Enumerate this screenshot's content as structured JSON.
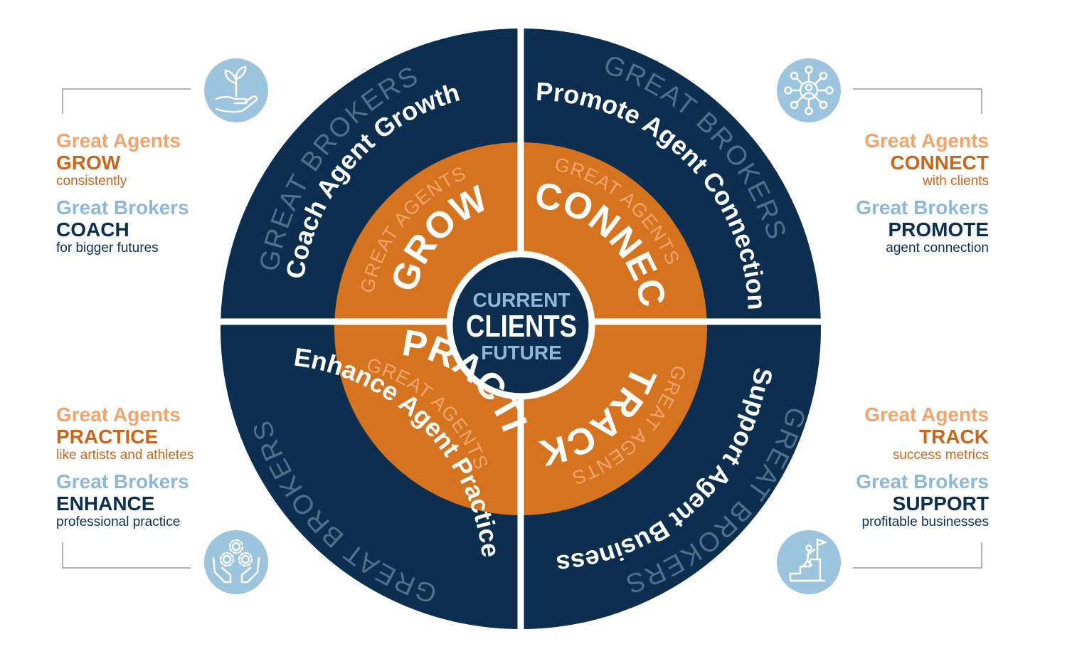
{
  "colors": {
    "navy": "#0c2f4f",
    "orange": "#d5731f",
    "light_orange": "#f2a46f",
    "light_blue": "#8fb8d8",
    "icon_bg": "#9cc4dd",
    "white": "#ffffff"
  },
  "center": {
    "top": "CURRENT",
    "middle": "CLIENTS",
    "bottom": "FUTURE"
  },
  "inner_ring": {
    "label": "GREAT AGENTS",
    "words": {
      "grow": "GROW",
      "connect": "CONNECT",
      "track": "TRACK",
      "practice": "PRACTICE"
    }
  },
  "outer_ring": {
    "label": "GREAT BROKERS",
    "phrases": {
      "grow": "Coach Agent Growth",
      "connect": "Promote Agent Connections",
      "track": "Support Agent Business",
      "practice": "Enhance Agent Practice"
    }
  },
  "panels": {
    "top_left": {
      "agents": "Great Agents",
      "agent_verb": "GROW",
      "agent_sub": "consistently",
      "brokers": "Great Brokers",
      "broker_verb": "COACH",
      "broker_sub": "for bigger futures",
      "icon": "hand-plant-icon"
    },
    "top_right": {
      "agents": "Great Agents",
      "agent_verb": "CONNECT",
      "agent_sub": "with clients",
      "brokers": "Great Brokers",
      "broker_verb": "PROMOTE",
      "broker_sub": "agent connection",
      "icon": "network-person-icon"
    },
    "bottom_left": {
      "agents": "Great Agents",
      "agent_verb": "PRACTICE",
      "agent_sub": "like artists and athletes",
      "brokers": "Great Brokers",
      "broker_verb": "ENHANCE",
      "broker_sub": "professional practice",
      "icon": "hands-gears-icon"
    },
    "bottom_right": {
      "agents": "Great Agents",
      "agent_verb": "TRACK",
      "agent_sub": "success metrics",
      "brokers": "Great Brokers",
      "broker_verb": "SUPPORT",
      "broker_sub": "profitable businesses",
      "icon": "stairs-flag-icon"
    }
  }
}
